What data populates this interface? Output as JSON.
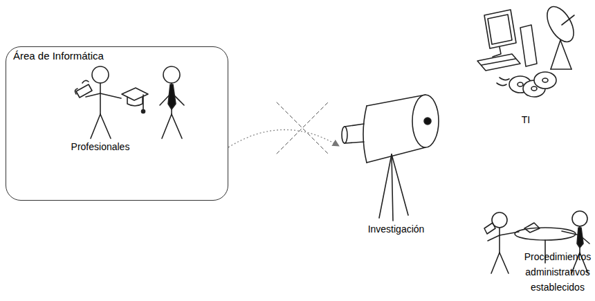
{
  "diagram": {
    "nodes": [
      {
        "text": [
          "Área de Informática"
        ]
      },
      {
        "text": [
          "Investigación"
        ]
      }
    ],
    "edges": [
      {
        "from": 0,
        "to": 1,
        "arrow": "to"
      }
    ],
    "labels": [
      "Profesionales",
      "TI",
      "Procedimientos administrativos establecidos"
    ]
  }
}
